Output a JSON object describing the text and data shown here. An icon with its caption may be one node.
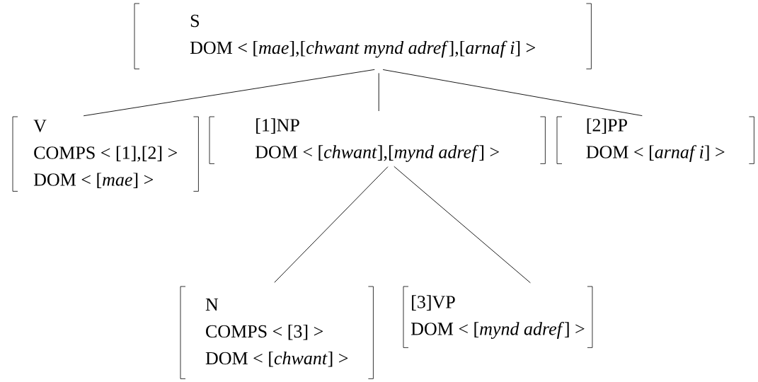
{
  "diagram": {
    "nodes": [
      {
        "text": [
          "S",
          "DOM < [*mae*],[*chwant mynd adref*],[*arnaf i*] >"
        ]
      },
      {
        "text": [
          "V",
          "COMPS < [1],[2] >",
          "DOM < [*mae*] >"
        ]
      },
      {
        "text": [
          "[1]NP",
          "DOM < [*chwant*],[*mynd adref*] >"
        ]
      },
      {
        "text": [
          "[2]PP",
          "DOM < [*arnaf i*] >"
        ]
      },
      {
        "text": [
          "N",
          "COMPS < [3] >",
          "DOM < [*chwant*] >"
        ]
      },
      {
        "text": [
          "[3]VP",
          "DOM < [*mynd adref*] >"
        ]
      }
    ],
    "edges": [
      {
        "from": 0,
        "to": 1,
        "arrow": "none"
      },
      {
        "from": 0,
        "to": 2,
        "arrow": "none"
      },
      {
        "from": 0,
        "to": 3,
        "arrow": "none"
      },
      {
        "from": 2,
        "to": 4,
        "arrow": "none"
      },
      {
        "from": 2,
        "to": 5,
        "arrow": "none"
      }
    ]
  }
}
